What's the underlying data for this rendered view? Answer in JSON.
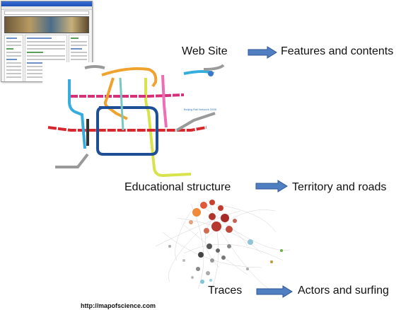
{
  "rows": [
    {
      "left": "Web Site",
      "right": "Features and contents"
    },
    {
      "left": "Educational structure",
      "right": "Territory and roads"
    },
    {
      "left": "Traces",
      "right": "Actors and surfing"
    }
  ],
  "source_url": "http://mapofscience.com",
  "metro_map_caption": "Beijing Rail Network 2008",
  "colors": {
    "arrow_fill": "#4f7fc1",
    "arrow_stroke": "#2f5597"
  }
}
